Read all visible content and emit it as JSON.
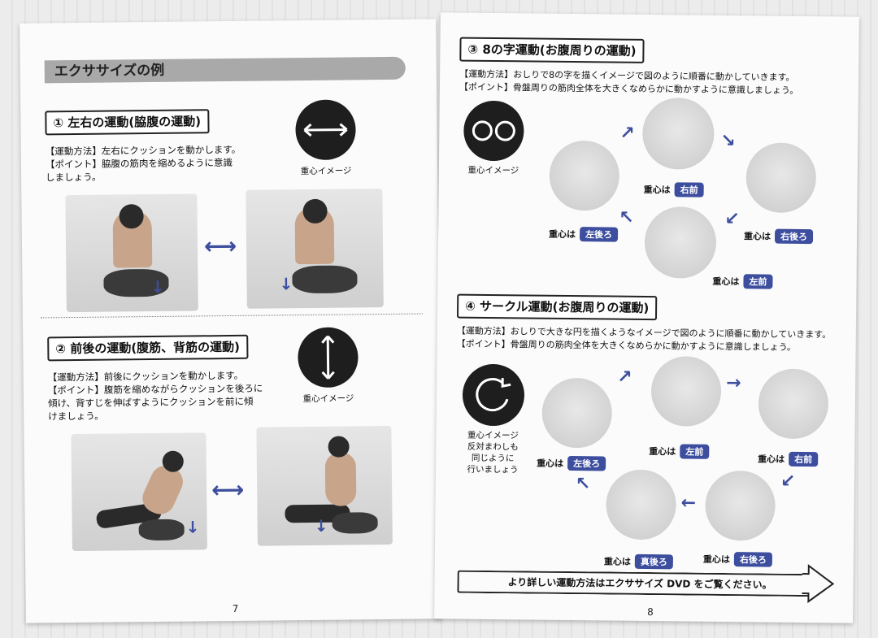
{
  "left": {
    "header": "エクササイズの例",
    "s1": {
      "title": "① 左右の運動(脇腹の運動)",
      "line1": "【運動方法】左右にクッションを動かします。",
      "line2": "【ポイント】脇腹の筋肉を縮めるように意識",
      "line3": "しましょう。",
      "ball_caption": "重心イメージ"
    },
    "s2": {
      "title": "② 前後の運動(腹筋、背筋の運動)",
      "line1": "【運動方法】前後にクッションを動かします。",
      "line2": "【ポイント】腹筋を縮めながらクッションを後ろに",
      "line3": "傾け、背すじを伸ばすようにクッションを前に傾",
      "line4": "けましょう。",
      "ball_caption": "重心イメージ"
    },
    "page_number": "7"
  },
  "right": {
    "s3": {
      "title": "③ 8の字運動(お腹周りの運動)",
      "line1": "【運動方法】おしりで8の字を描くイメージで図のように順番に動かしていきます。",
      "line2": "【ポイント】骨盤周りの筋肉全体を大きくなめらかに動かすように意識しましょう。",
      "ball_caption": "重心イメージ",
      "prefix": "重心は",
      "labels": [
        "右前",
        "右後ろ",
        "左前",
        "左後ろ"
      ]
    },
    "s4": {
      "title": "④ サークル運動(お腹周りの運動)",
      "line1": "【運動方法】おしりで大きな円を描くようなイメージで図のように順番に動かしていきます。",
      "line2": "【ポイント】骨盤周りの筋肉全体を大きくなめらかに動かすように意識しましょう。",
      "ball_caption": "重心イメージ",
      "note1": "反対まわしも",
      "note2": "同じように",
      "note3": "行いましょう",
      "prefix": "重心は",
      "labels": [
        "左前",
        "右前",
        "左後ろ",
        "真後ろ",
        "右後ろ"
      ]
    },
    "footer": "より詳しい運動方法はエクササイズ DVD をご覧ください。",
    "page_number": "8"
  },
  "colors": {
    "accent": "#3d4e9f",
    "header_bar": "#a9a9a9",
    "ball": "#1e1e1e"
  }
}
